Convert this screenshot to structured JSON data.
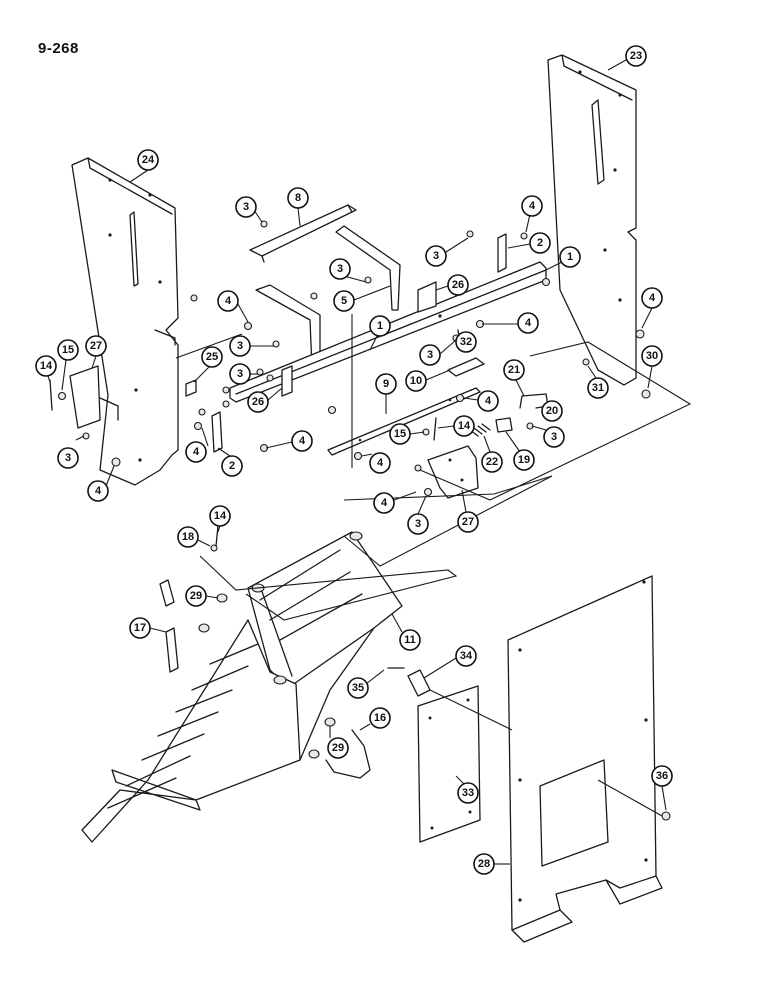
{
  "page_number": "9-268",
  "callouts": {
    "c24": "24",
    "c23": "23",
    "c8": "8",
    "c3a": "3",
    "c4a": "4",
    "c2a": "2",
    "c1a": "1",
    "c3b": "3",
    "c26a": "26",
    "c3c": "3",
    "c5": "5",
    "c4b": "4",
    "c4c": "4",
    "c1b": "1",
    "c4d": "4",
    "c27a": "27",
    "c15a": "15",
    "c14a": "14",
    "c25": "25",
    "c3d": "3",
    "c3e": "3",
    "c26b": "26",
    "c32": "32",
    "c3f": "3",
    "c10": "10",
    "c30": "30",
    "c31": "31",
    "c21": "21",
    "c9": "9",
    "c4e": "4",
    "c20": "20",
    "c3g": "3",
    "c4f": "4",
    "c2b": "2",
    "c4g": "4",
    "c15b": "15",
    "c14b": "14",
    "c22": "22",
    "c19": "19",
    "c4h": "4",
    "c4i": "4",
    "c3h": "3",
    "c27b": "27",
    "c18": "18",
    "c14c": "14",
    "c29a": "29",
    "c17": "17",
    "c11": "11",
    "c34": "34",
    "c35": "35",
    "c16": "16",
    "c29b": "29",
    "c33": "33",
    "c36": "36",
    "c28": "28"
  }
}
